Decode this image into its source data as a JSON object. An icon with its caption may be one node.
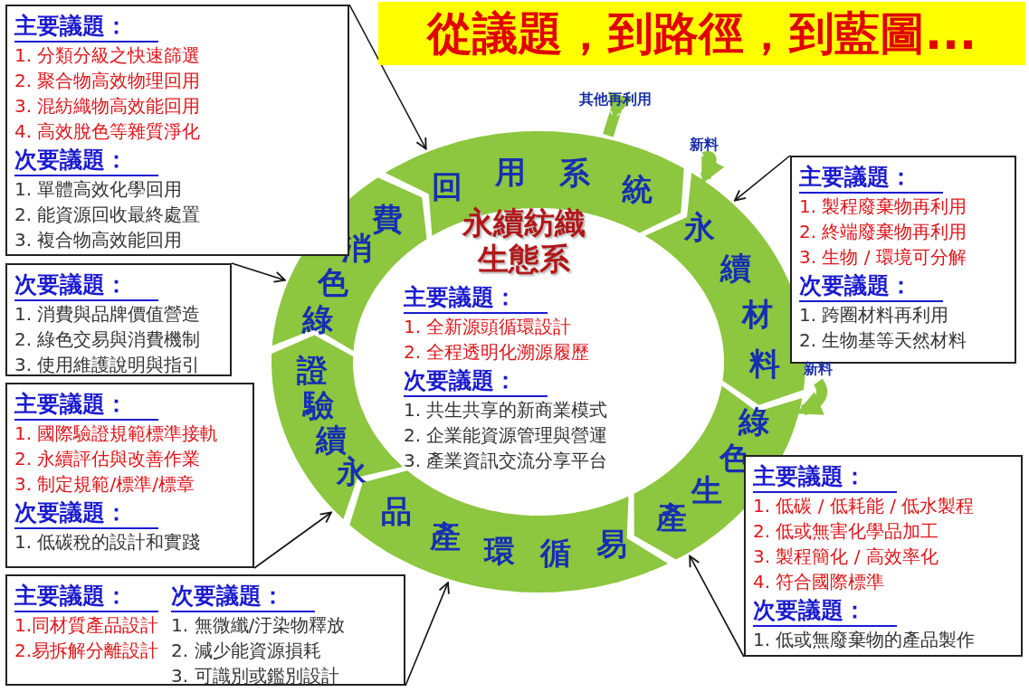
{
  "diagram": {
    "title": "從議題，到路徑，到藍圖...",
    "nodes": [
      {
        "text": [
          "主要議題：",
          "1. 分類分級之快速篩選",
          "2. 聚合物高效物理回用",
          "3. 混紡織物高效能回用",
          "4. 高效脫色等雜質淨化",
          "次要議題：",
          "1. 單體高效化學回用",
          "2. 能資源回收最終處置",
          "3. 複合物高效能回用"
        ]
      },
      {
        "text": [
          "其他再利用"
        ]
      },
      {
        "text": [
          "新料"
        ]
      },
      {
        "text": [
          "回用系統"
        ]
      },
      {
        "text": [
          "主要議題：",
          "1. 製程廢棄物再利用",
          "2. 終端廢棄物再利用",
          "3. 生物 / 環境可分解",
          "次要議題：",
          "1. 跨圈材料再利用",
          "2. 生物基等天然材料"
        ]
      },
      {
        "text": [
          "費消色綠"
        ]
      },
      {
        "text": [
          "永續材料"
        ]
      },
      {
        "text": [
          "永續紡織生態系",
          "主要議題：",
          "1. 全新源頭循環設計",
          "2. 全程透明化溯源履歷",
          "次要議題：",
          "1. 共生共享的新商業模式",
          "2. 企業能資源管理與營運",
          "3. 產業資訊交流分享平台"
        ]
      },
      {
        "text": [
          "次要議題：",
          "1. 消費與品牌價值營造",
          "2. 綠色交易與消費機制",
          "3. 使用維護說明與指引"
        ]
      },
      {
        "text": [
          "新料"
        ]
      },
      {
        "text": [
          "證驗續永"
        ]
      },
      {
        "text": [
          "綠色生產"
        ]
      },
      {
        "text": [
          "主要議題：",
          "1. 國際驗證規範標準接軌",
          "2. 永續評估與改善作業",
          "3. 制定規範/標準/標章",
          "次要議題：",
          "1. 低碳稅的設計和實踐"
        ]
      },
      {
        "text": [
          "主要議題：",
          "1. 低碳 / 低耗能 / 低水製程",
          "2. 低或無害化學品加工",
          "3. 製程簡化 / 高效率化",
          "4. 符合國際標準",
          "次要議題：",
          "1. 低或無廢棄物的產品製作"
        ]
      },
      {
        "text": [
          "品產環循易"
        ]
      },
      {
        "text": [
          "主要議題：",
          "1.同材質產品設計",
          "2.易拆解分離設計",
          "次要議題：",
          "1. 無微纖/汙染物釋放",
          "2. 減少能資源損耗",
          "3. 可識別或鑑別設計"
        ]
      }
    ],
    "edges": [
      {
        "from": 0,
        "to": 3,
        "arrow": "to"
      },
      {
        "from": 3,
        "to": 1,
        "arrow": "to",
        "style": "thick",
        "color": "#8dc63f"
      },
      {
        "from": 2,
        "to": 6,
        "arrow": "to",
        "style": "thick",
        "color": "#8dc63f"
      },
      {
        "from": 4,
        "to": 6,
        "arrow": "to"
      },
      {
        "from": 8,
        "to": 5,
        "arrow": "to"
      },
      {
        "from": 9,
        "to": 11,
        "arrow": "to",
        "style": "thick",
        "color": "#8dc63f"
      },
      {
        "from": 12,
        "to": 10,
        "arrow": "to"
      },
      {
        "from": 13,
        "to": 11,
        "arrow": "to"
      },
      {
        "from": 15,
        "to": 14,
        "arrow": "to"
      }
    ]
  }
}
